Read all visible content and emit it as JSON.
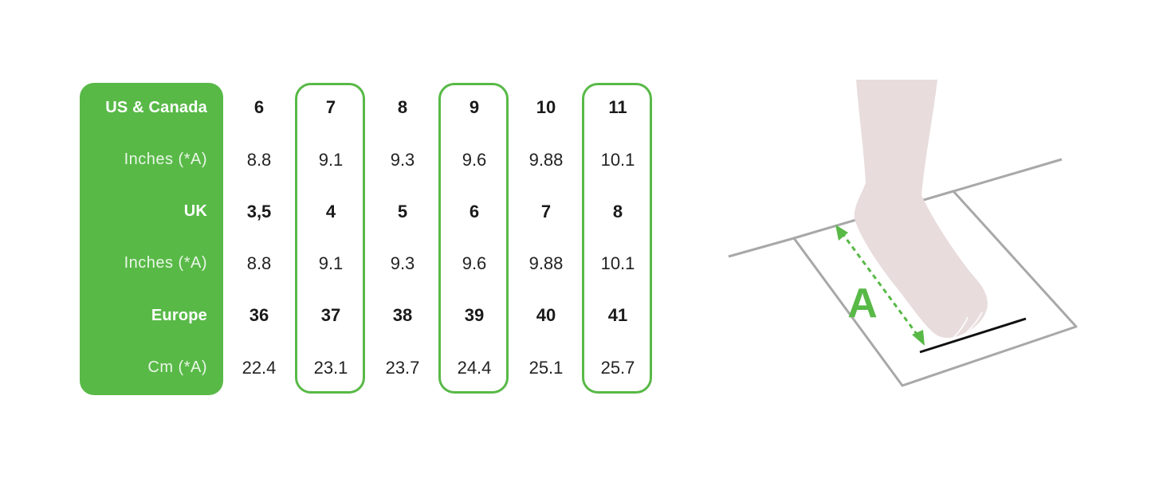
{
  "size_chart": {
    "rows": [
      {
        "label": "US & Canada",
        "bold": true,
        "values": [
          "6",
          "7",
          "8",
          "9",
          "10",
          "11"
        ]
      },
      {
        "label": "Inches (*A)",
        "bold": false,
        "values": [
          "8.8",
          "9.1",
          "9.3",
          "9.6",
          "9.88",
          "10.1"
        ]
      },
      {
        "label": "UK",
        "bold": true,
        "values": [
          "3,5",
          "4",
          "5",
          "6",
          "7",
          "8"
        ]
      },
      {
        "label": "Inches (*A)",
        "bold": false,
        "values": [
          "8.8",
          "9.1",
          "9.3",
          "9.6",
          "9.88",
          "10.1"
        ]
      },
      {
        "label": "Europe",
        "bold": true,
        "values": [
          "36",
          "37",
          "38",
          "39",
          "40",
          "41"
        ]
      },
      {
        "label": "Cm (*A)",
        "bold": false,
        "values": [
          "22.4",
          "23.1",
          "23.7",
          "24.4",
          "25.1",
          "25.7"
        ]
      }
    ],
    "highlighted_columns": [
      1,
      3,
      5
    ]
  },
  "illustration": {
    "measure_label": "A",
    "icon": "foot-measurement-icon"
  },
  "colors": {
    "accent": "#58b947",
    "text": "#1a1a1a",
    "outline": "#a8a8a8",
    "foot": "#e8dcdc"
  }
}
